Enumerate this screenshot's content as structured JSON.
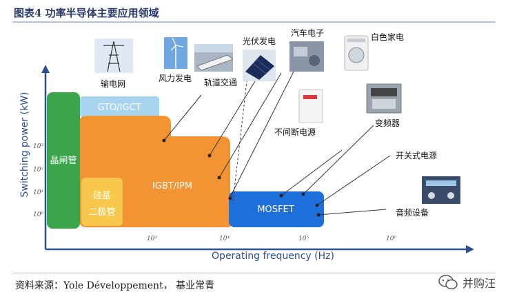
{
  "title": "图表4  功率半导体主要应用领域",
  "source": "资料来源：Yole Développement，  基业常青",
  "watermark": "并购汪",
  "axes": {
    "x_label": "Operating frequency (Hz)",
    "y_label": "Switching power (kW)",
    "x_ticks": [
      "10²",
      "10⁴",
      "10⁵",
      "10⁶"
    ],
    "y_ticks": [
      "10³",
      "10²",
      "10¹",
      "10⁰"
    ]
  },
  "regions": {
    "thyristor": "晶闸管",
    "gto": "GTO/IGCT",
    "igbt": "IGBT/IPM",
    "diode_line1": "硅基",
    "diode_line2": "二极管",
    "mosfet": "MOSFET"
  },
  "applications": {
    "grid": "输电网",
    "wind": "风力发电",
    "rail": "轨道交通",
    "solar": "光伏发电",
    "auto": "汽车电子",
    "appliance": "白色家电",
    "ups": "不间断电源",
    "inverter": "变频器",
    "smps": "开关式电源",
    "audio": "音频设备"
  },
  "colors": {
    "thyristor": "#3aa54a",
    "gto": "#a8d4f0",
    "igbt": "#f39434",
    "diode": "#f7c84c",
    "mosfet": "#1e6fd9",
    "axis": "#2b4f8f"
  }
}
